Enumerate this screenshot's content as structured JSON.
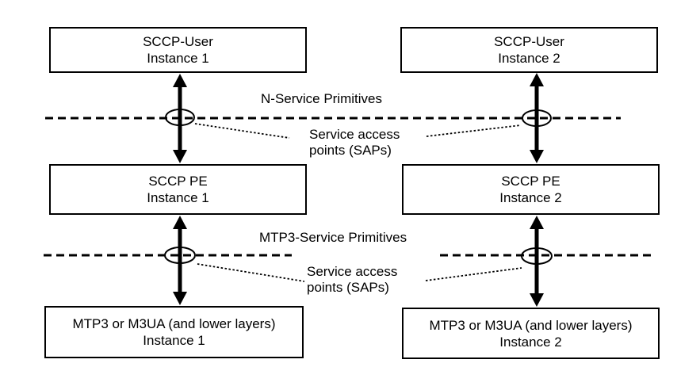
{
  "boxes": {
    "sccp_user_1": {
      "line1": "SCCP-User",
      "line2": "Instance 1"
    },
    "sccp_user_2": {
      "line1": "SCCP-User",
      "line2": "Instance 2"
    },
    "sccp_pe_1": {
      "line1": "SCCP PE",
      "line2": "Instance 1"
    },
    "sccp_pe_2": {
      "line1": "SCCP PE",
      "line2": "Instance 2"
    },
    "mtp3_1": {
      "line1": "MTP3 or M3UA (and lower layers)",
      "line2": "Instance 1"
    },
    "mtp3_2": {
      "line1": "MTP3 or M3UA (and lower layers)",
      "line2": "Instance 2"
    }
  },
  "labels": {
    "n_service_primitives": "N-Service Primitives",
    "mtp3_service_primitives": "MTP3-Service Primitives",
    "sap_upper": {
      "line1": "Service access",
      "line2": "points (SAPs)"
    },
    "sap_lower": {
      "line1": "Service access",
      "line2": "points (SAPs)"
    }
  },
  "colors": {
    "line": "#000000",
    "text": "#000000",
    "background": "#ffffff"
  }
}
